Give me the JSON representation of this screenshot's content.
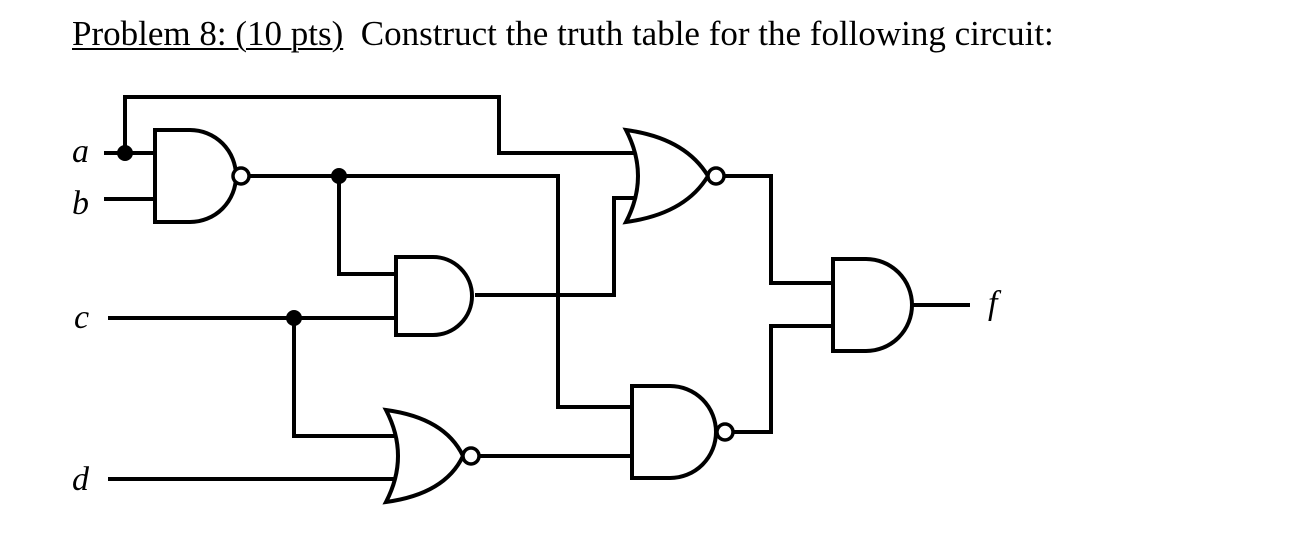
{
  "problem": {
    "label": "Problem 8: (10 pts)",
    "text": "Construct the truth table for the following circuit:"
  },
  "inputs": {
    "a": "a",
    "b": "b",
    "c": "c",
    "d": "d"
  },
  "output": "f"
}
